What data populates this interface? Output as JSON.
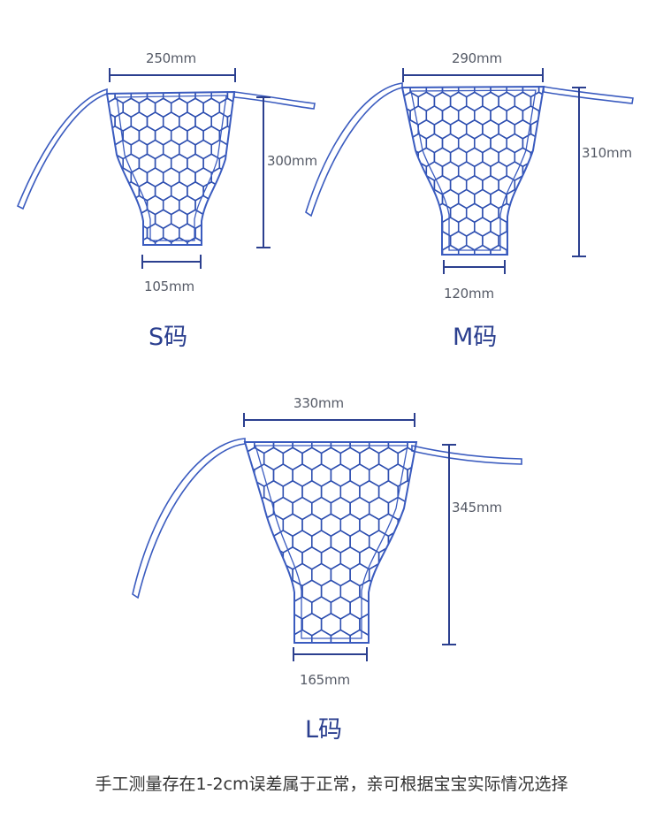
{
  "sizes": {
    "s": {
      "label": "S码",
      "top_width": "250mm",
      "height": "300mm",
      "bottom_width": "105mm"
    },
    "m": {
      "label": "M码",
      "top_width": "290mm",
      "height": "310mm",
      "bottom_width": "120mm"
    },
    "l": {
      "label": "L码",
      "top_width": "330mm",
      "height": "345mm",
      "bottom_width": "165mm"
    }
  },
  "note": "手工测量存在1-2cm误差属于正常，亲可根据宝宝实际情况选择",
  "colors": {
    "line": "#2b3f8f",
    "outline": "#5b78c8",
    "hex": "#2e4fb0",
    "text": "#555a66"
  }
}
